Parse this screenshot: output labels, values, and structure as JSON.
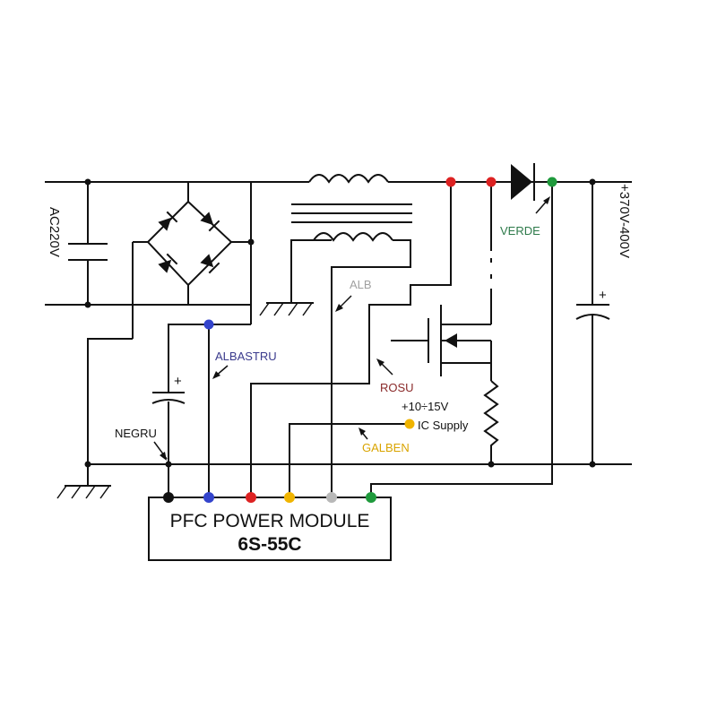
{
  "input_label": "AC220V",
  "output_label": "+370V-400V",
  "module": {
    "title": "PFC POWER MODULE",
    "model": "6S-55C"
  },
  "wire_labels": {
    "negru": "NEGRU",
    "albastru": "ALBASTRU",
    "alb": "ALB",
    "rosu": "ROSU",
    "galben": "GALBEN",
    "verde": "VERDE"
  },
  "ic_supply": {
    "voltage": "+10÷15V",
    "label": "IC Supply"
  },
  "polarity": "+",
  "colors": {
    "negru": "#111111",
    "albastru": "#3344cc",
    "alb": "#b8b8b8",
    "rosu": "#dd2222",
    "galben": "#f0b400",
    "verde": "#1f9a3c",
    "label_albastru": "#3a3a8c",
    "label_rosu": "#8a2a2a",
    "label_galben": "#d9a400",
    "label_verde": "#2d7a4a",
    "label_alb": "#a0a0a0"
  }
}
